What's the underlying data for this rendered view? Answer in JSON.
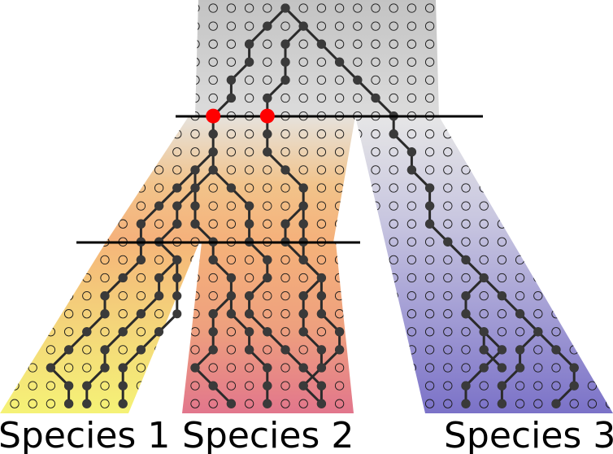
{
  "species": [
    {
      "name": "Species 1",
      "color": "#f5f06a"
    },
    {
      "name": "Species 2",
      "color": "#e2768c"
    },
    {
      "name": "Species 3",
      "color": "#7b72c8"
    }
  ],
  "ancestral_colors": {
    "root": "#c7c7c7",
    "species_1_2_ancestor": "#f2b07a"
  },
  "highlight_color": "#ff0000"
}
